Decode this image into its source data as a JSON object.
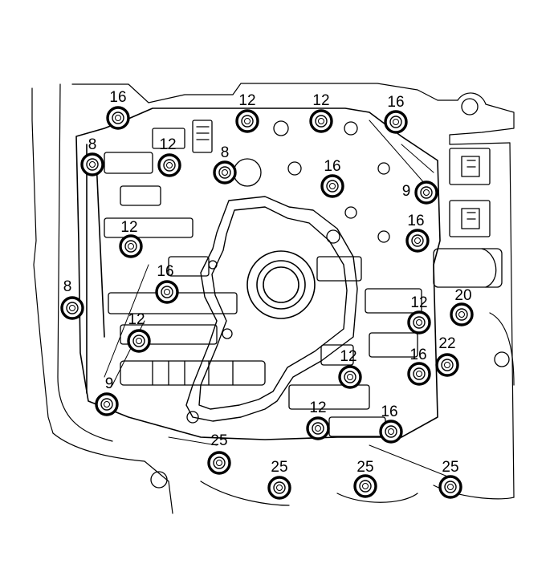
{
  "bolts": [
    {
      "label": "16"
    },
    {
      "label": "12"
    },
    {
      "label": "12"
    },
    {
      "label": "16"
    },
    {
      "label": "8"
    },
    {
      "label": "12"
    },
    {
      "label": "8"
    },
    {
      "label": "16"
    },
    {
      "label": "9"
    },
    {
      "label": "12"
    },
    {
      "label": "16"
    },
    {
      "label": "16"
    },
    {
      "label": "8"
    },
    {
      "label": "20"
    },
    {
      "label": "12"
    },
    {
      "label": "12"
    },
    {
      "label": "22"
    },
    {
      "label": "12"
    },
    {
      "label": "16"
    },
    {
      "label": "9"
    },
    {
      "label": "12"
    },
    {
      "label": "16"
    },
    {
      "label": "25"
    },
    {
      "label": "25"
    },
    {
      "label": "25"
    },
    {
      "label": "25"
    }
  ]
}
